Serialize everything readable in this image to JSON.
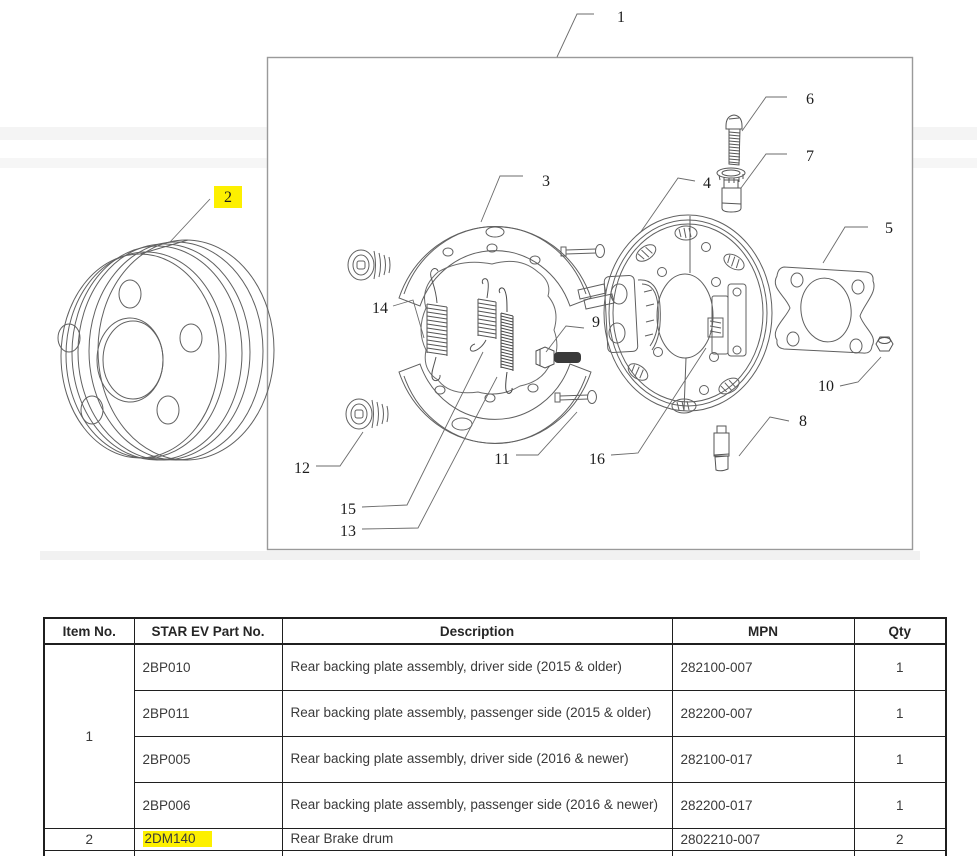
{
  "colors": {
    "highlight_yellow": "#fdf000",
    "table_border": "#1f1f1f",
    "table_text": "#3a3a3a",
    "diagram_line_gray": "#606060"
  },
  "diagram": {
    "type": "exploded-parts-drawing",
    "subject": "rear brake drum and backing plate assembly",
    "highlighted_callout": "2",
    "callouts": [
      {
        "label": "1"
      },
      {
        "label": "2"
      },
      {
        "label": "3"
      },
      {
        "label": "4"
      },
      {
        "label": "5"
      },
      {
        "label": "6"
      },
      {
        "label": "7"
      },
      {
        "label": "8"
      },
      {
        "label": "9"
      },
      {
        "label": "10"
      },
      {
        "label": "11"
      },
      {
        "label": "12"
      },
      {
        "label": "13"
      },
      {
        "label": "14"
      },
      {
        "label": "15"
      },
      {
        "label": "16"
      }
    ]
  },
  "table": {
    "headers": {
      "item": "Item No.",
      "part": "STAR EV Part No.",
      "desc": "Description",
      "mpn": "MPN",
      "qty": "Qty"
    },
    "group1": {
      "item": "1",
      "rows": [
        {
          "part": "2BP010",
          "desc": "Rear backing plate assembly, driver side (2015 & older)",
          "mpn": "282100-007",
          "qty": "1"
        },
        {
          "part": "2BP011",
          "desc": "Rear backing plate assembly, passenger side (2015 & older)",
          "mpn": "282200-007",
          "qty": "1"
        },
        {
          "part": "2BP005",
          "desc": "Rear backing plate assembly, driver side (2016 & newer)",
          "mpn": "282100-017",
          "qty": "1"
        },
        {
          "part": "2BP006",
          "desc": "Rear backing plate assembly, passenger side (2016 & newer)",
          "mpn": "282200-017",
          "qty": "1"
        }
      ]
    },
    "row_brake_drum": {
      "item": "2",
      "part": "2DM140",
      "part_highlighted": true,
      "desc": "Rear Brake drum",
      "mpn": "2802210-007",
      "qty": "2"
    }
  }
}
